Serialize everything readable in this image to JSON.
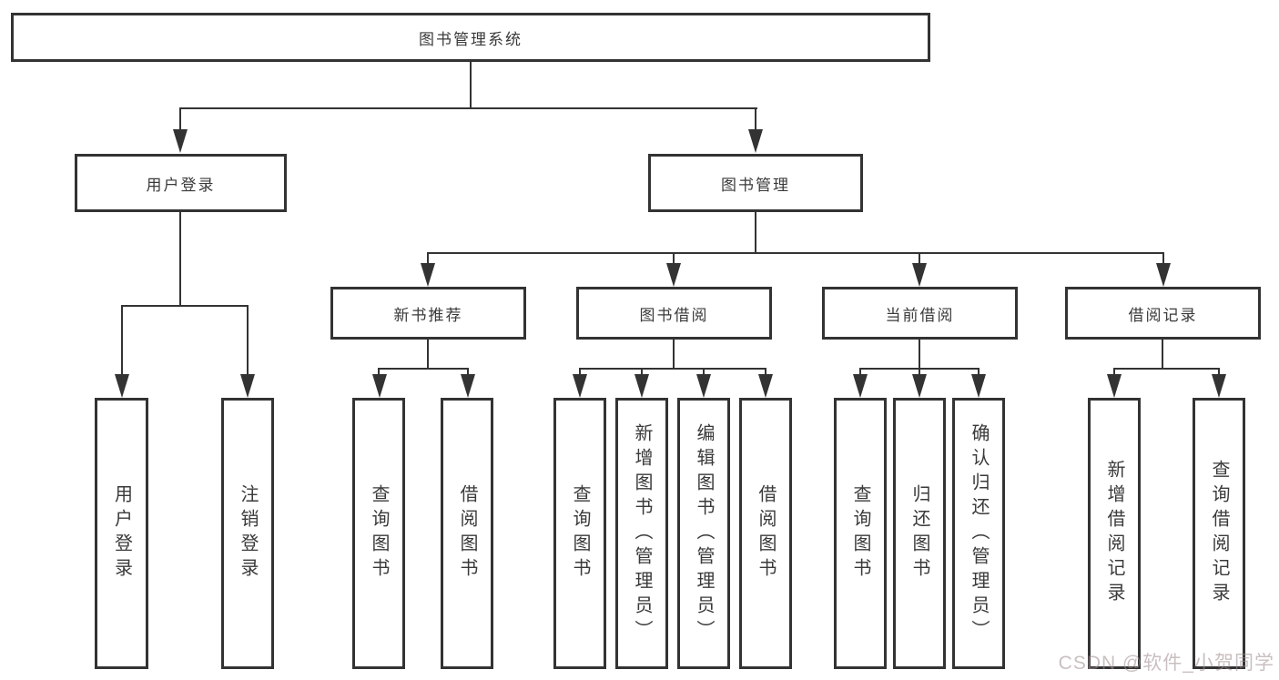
{
  "tree": {
    "label": "图书管理系统",
    "children": [
      {
        "label": "用户登录",
        "children": [
          {
            "label": "用户登录"
          },
          {
            "label": "注销登录"
          }
        ]
      },
      {
        "label": "图书管理",
        "children": [
          {
            "label": "新书推荐",
            "children": [
              {
                "label": "查询图书"
              },
              {
                "label": "借阅图书"
              }
            ]
          },
          {
            "label": "图书借阅",
            "children": [
              {
                "label": "查询图书"
              },
              {
                "label": "新增图书（管理员）"
              },
              {
                "label": "编辑图书（管理员）"
              },
              {
                "label": "借阅图书"
              }
            ]
          },
          {
            "label": "当前借阅",
            "children": [
              {
                "label": "查询图书"
              },
              {
                "label": "归还图书"
              },
              {
                "label": "确认归还（管理员）"
              }
            ]
          },
          {
            "label": "借阅记录",
            "children": [
              {
                "label": "新增借阅记录"
              },
              {
                "label": "查询借阅记录"
              }
            ]
          }
        ]
      }
    ]
  },
  "watermark": "CSDN @软件_小贺同学",
  "colors": {
    "line": "#333333",
    "text": "#3a3a3a",
    "box_bg": "#ffffff",
    "background": "#ffffff",
    "watermark": "#a08c8c"
  }
}
